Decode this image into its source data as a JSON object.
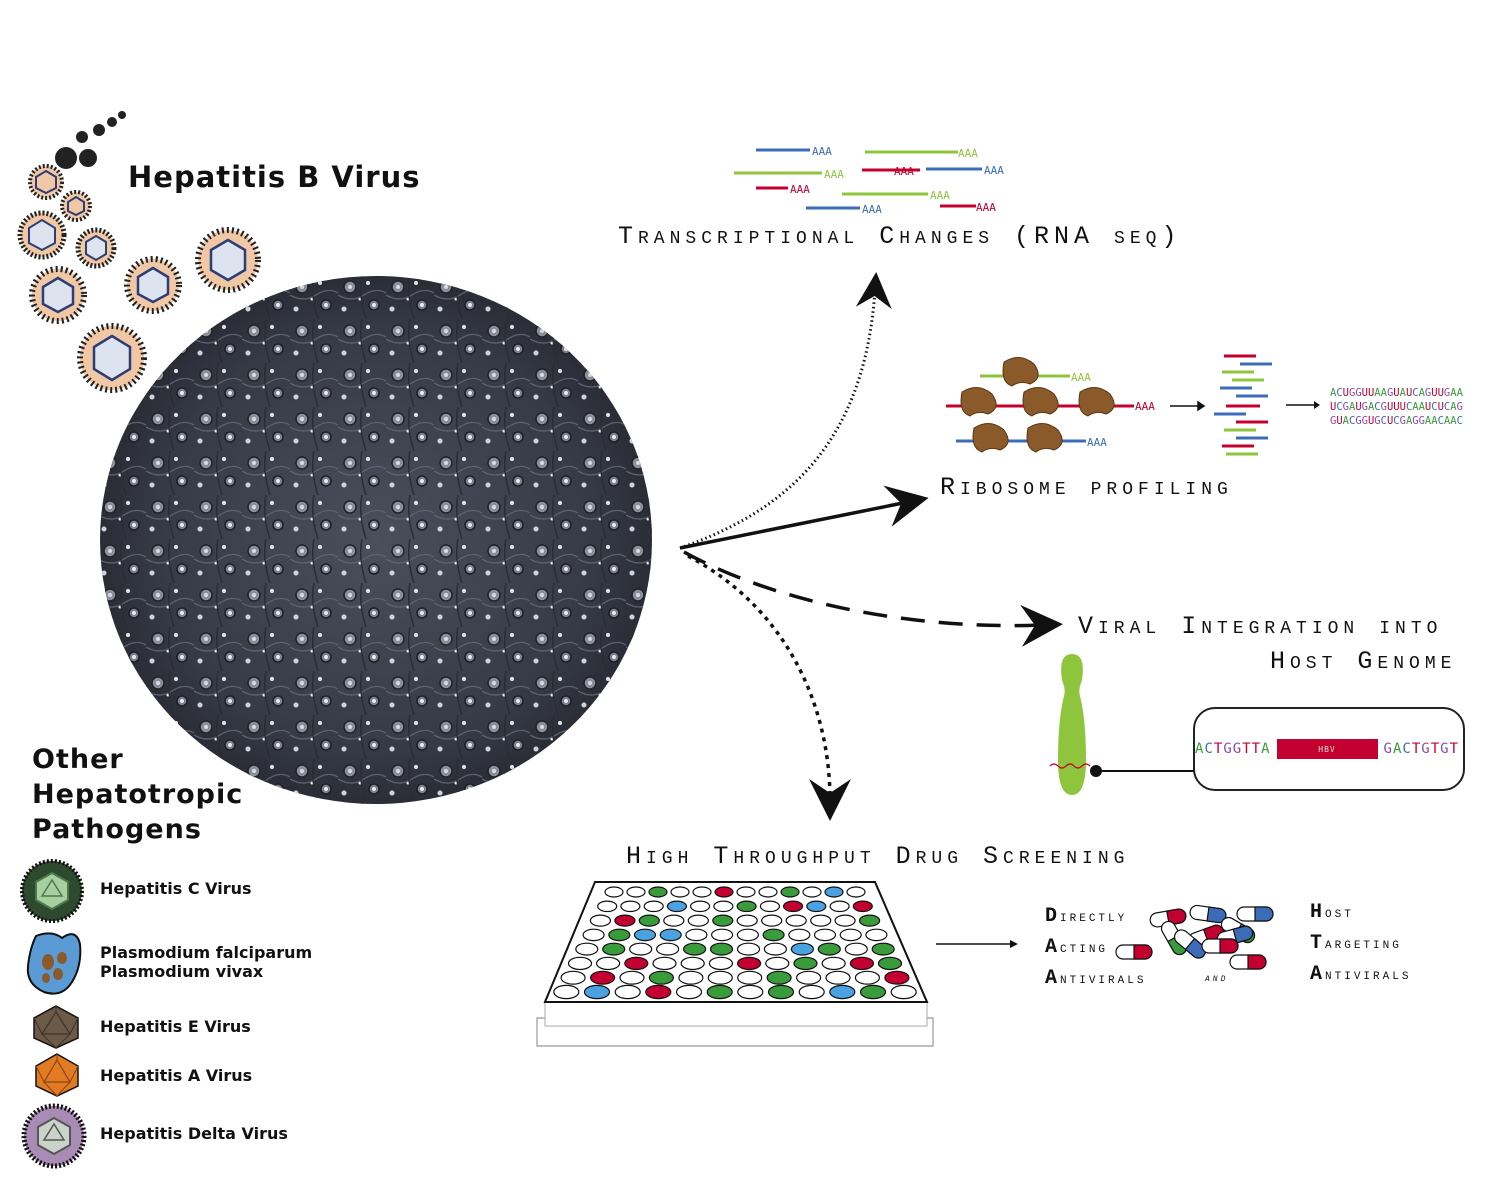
{
  "hbv": {
    "title": "Hepatitis B Virus"
  },
  "other": {
    "title_lines": [
      "Other",
      "Hepatotropic",
      "Pathogens"
    ],
    "pathogens": [
      {
        "label": "Hepatitis C Virus",
        "icon": "hcv-icon",
        "color": "#2e4a2e"
      },
      {
        "label": "Plasmodium falciparum",
        "label2": "Plasmodium vivax",
        "icon": "plasmodium-icon",
        "color": "#5b9bd5"
      },
      {
        "label": "Hepatitis E Virus",
        "icon": "hev-icon",
        "color": "#6b5a48"
      },
      {
        "label": "Hepatitis A Virus",
        "icon": "hav-icon",
        "color": "#e07b24"
      },
      {
        "label": "Hepatitis Delta Virus",
        "icon": "hdv-icon",
        "color": "#a98bb5"
      }
    ]
  },
  "analyses": {
    "rnaseq": {
      "title": "Transcriptional Changes (RNA seq)",
      "polya": "AAA"
    },
    "ribo": {
      "title": "Ribosome profiling",
      "polya": "AAA",
      "seqs": [
        "ACUGGUUAAGUAUCAGUUGAA",
        "UCGAUGACGUUUCAAUCUCAG",
        "GUACGGUGCUCGAGGAACAAC"
      ]
    },
    "integration": {
      "title_line1": "Viral Integration into",
      "title_line2": "Host Genome",
      "left_seq": "ACTGGTTA",
      "insert": "HBV",
      "right_seq": "GACTGTGT"
    },
    "screening": {
      "title": "High Throughput Drug Screening",
      "daa": [
        {
          "initial": "D",
          "rest": "irectly"
        },
        {
          "initial": "A",
          "rest": "cting"
        },
        {
          "initial": "A",
          "rest": "ntivirals"
        }
      ],
      "and": "and",
      "hta": [
        {
          "initial": "H",
          "rest": "ost"
        },
        {
          "initial": "T",
          "rest": "argeting"
        },
        {
          "initial": "A",
          "rest": "ntivirals"
        }
      ]
    }
  },
  "colors": {
    "blue": "#3b6cb7",
    "green": "#8fc43d",
    "red": "#c3002f",
    "ribosome": "#8b5a2b",
    "well_green": "#3a9b3a",
    "well_red": "#c3002f",
    "well_blue": "#4aa3e0"
  }
}
